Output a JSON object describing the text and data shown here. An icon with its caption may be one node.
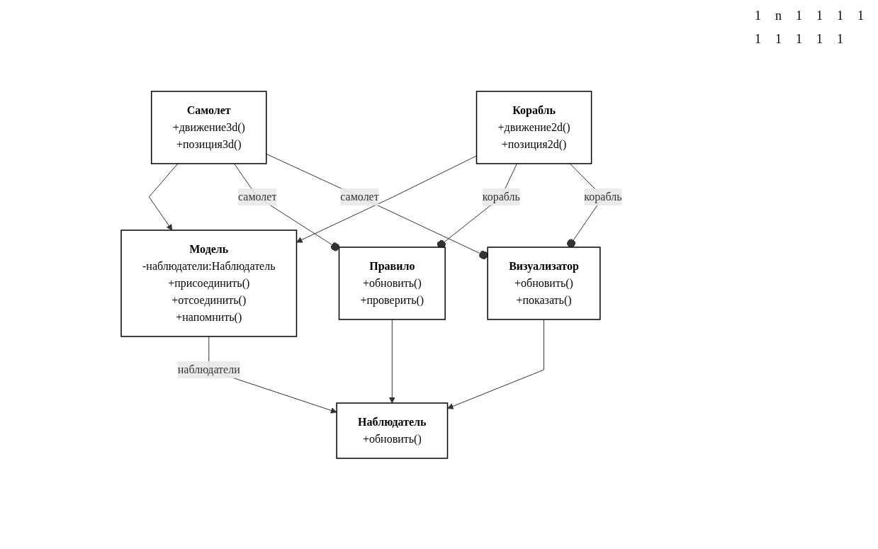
{
  "diagram": {
    "nodes": [
      {
        "text": [
          "Модель",
          "-наблюдатели:Наблюдатель",
          "+присоединить()",
          "+отсоединить()",
          "+напомнить()"
        ]
      },
      {
        "text": [
          "Наблюдатель",
          "+обновить()"
        ]
      },
      {
        "text": [
          "Самолет",
          "+движение3d()",
          "+позиция3d()"
        ]
      },
      {
        "text": [
          "Правило",
          "+обновить()",
          "+проверить()"
        ]
      },
      {
        "text": [
          "Корабль",
          "+движение2d()",
          "+позиция2d()"
        ]
      },
      {
        "text": [
          "Визуализатор",
          "+обновить()",
          "+показать()"
        ]
      }
    ],
    "edges": [
      {
        "from": 0,
        "to": 1,
        "arrow": "to",
        "label": "наблюдатели"
      },
      {
        "from": 3,
        "to": 1,
        "arrow": "to"
      },
      {
        "from": 5,
        "to": 1,
        "arrow": "to"
      },
      {
        "from": 4,
        "to": 0,
        "arrow": "to"
      },
      {
        "from": 2,
        "to": 0,
        "arrow": "to"
      },
      {
        "from": 2,
        "to": 3,
        "arrow": "other",
        "label": "самолет"
      },
      {
        "from": 4,
        "to": 3,
        "arrow": "other",
        "label": "корабль"
      },
      {
        "from": 2,
        "to": 5,
        "arrow": "other",
        "label": "самолет"
      },
      {
        "from": 4,
        "to": 5,
        "arrow": "other",
        "label": "корабль"
      }
    ],
    "labels": [
      "1",
      "n",
      "1",
      "1",
      "1",
      "1",
      "1",
      "1",
      "1",
      "1",
      "1"
    ]
  }
}
